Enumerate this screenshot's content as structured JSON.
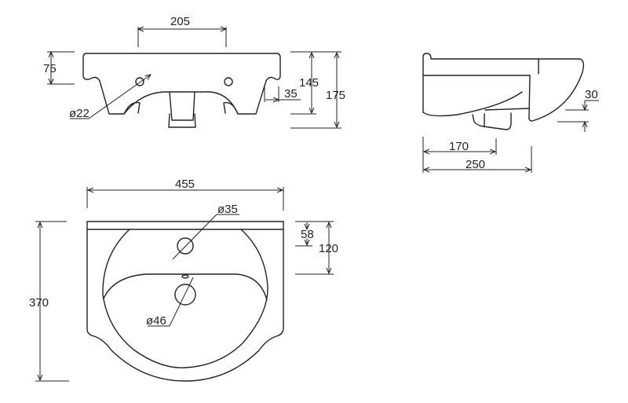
{
  "drawing": {
    "subject": "Wash basin technical drawing",
    "units": "mm",
    "front_view": {
      "tap_hole_spacing": "205",
      "rim_height": "75",
      "hole_diameter": "ø22",
      "side_offset": "35",
      "height_to_bowl": "145",
      "total_height": "175"
    },
    "side_view": {
      "bowl_depth": "170",
      "total_depth": "250",
      "overflow": "30"
    },
    "top_view": {
      "width": "455",
      "length": "370",
      "tap_hole_diameter": "ø35",
      "waste_diameter": "ø46",
      "tap_hole_offset": "58",
      "waste_offset": "120"
    }
  }
}
